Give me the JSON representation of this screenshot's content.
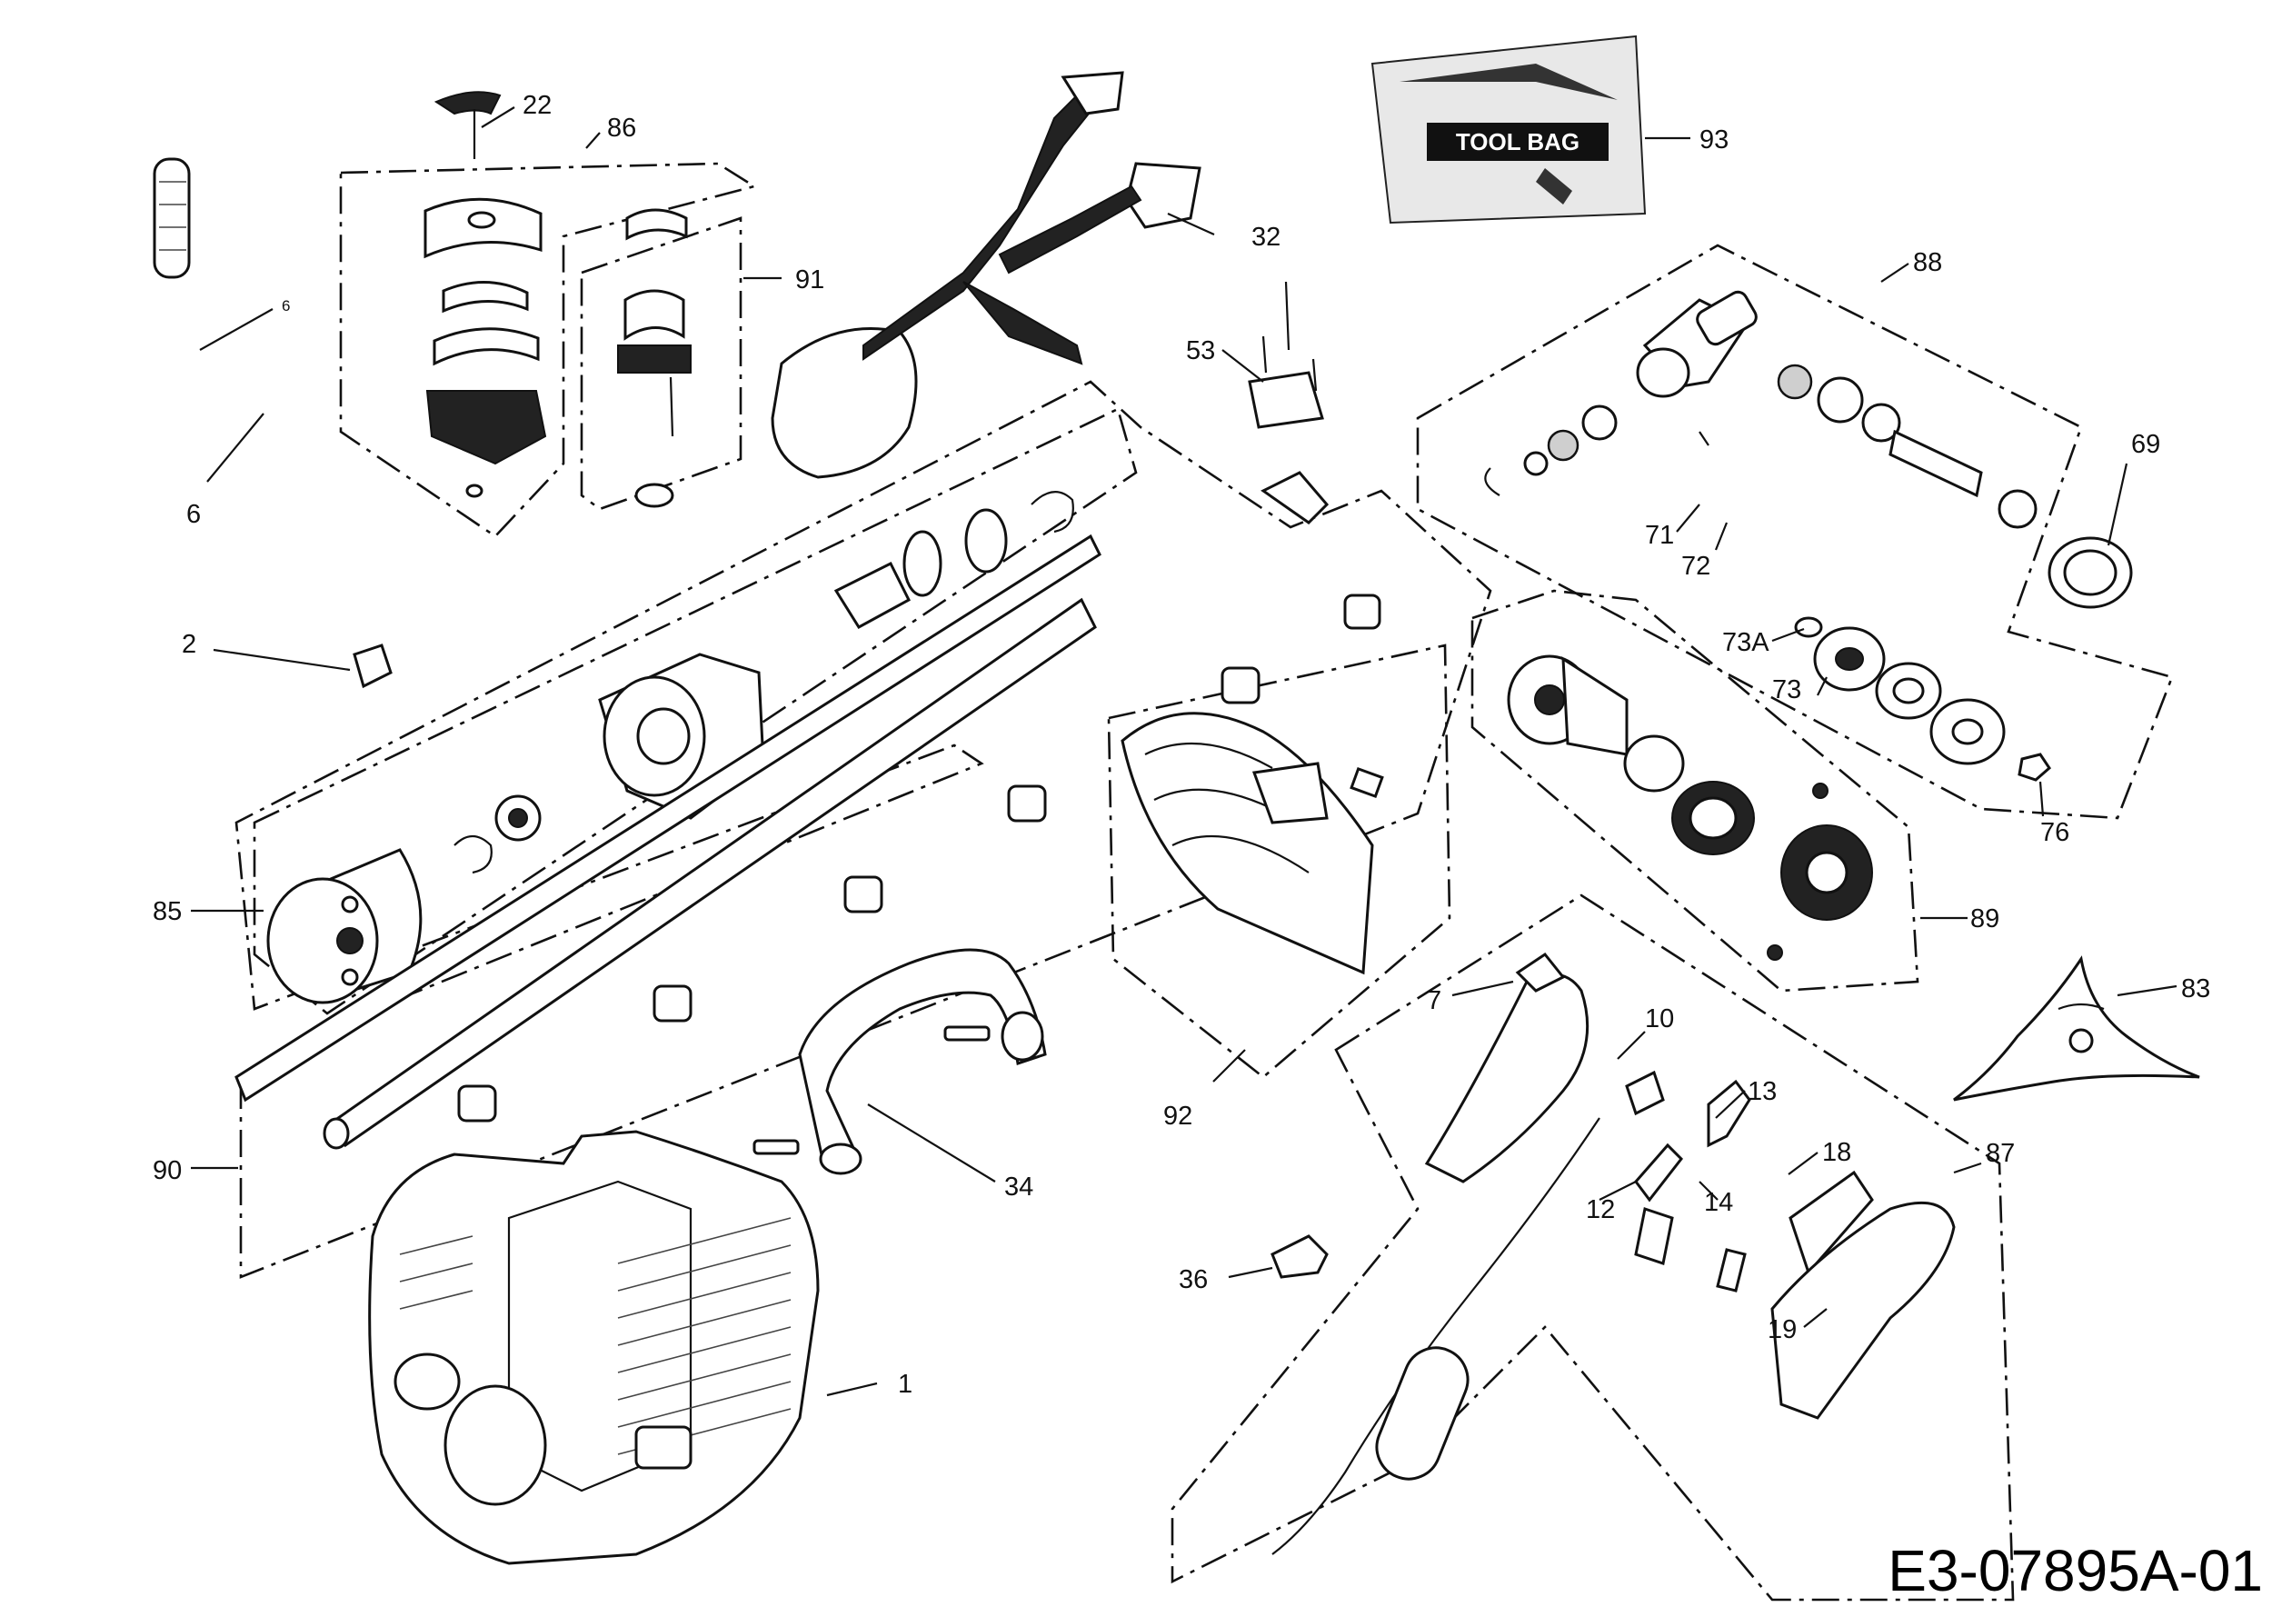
{
  "diagram": {
    "drawing_code": "E3-07895A-01",
    "bag_text": "TOOL BAG",
    "callouts": [
      {
        "id": "c22",
        "label": "22"
      },
      {
        "id": "c86",
        "label": "86"
      },
      {
        "id": "c6a",
        "label": "6"
      },
      {
        "id": "c6b",
        "label": "6"
      },
      {
        "id": "c91",
        "label": "91"
      },
      {
        "id": "c32",
        "label": "32"
      },
      {
        "id": "c93",
        "label": "93"
      },
      {
        "id": "c88",
        "label": "88"
      },
      {
        "id": "c53",
        "label": "53"
      },
      {
        "id": "c69",
        "label": "69"
      },
      {
        "id": "c71",
        "label": "71"
      },
      {
        "id": "c72",
        "label": "72"
      },
      {
        "id": "c73a",
        "label": "73A"
      },
      {
        "id": "c73",
        "label": "73"
      },
      {
        "id": "c76",
        "label": "76"
      },
      {
        "id": "c2",
        "label": "2"
      },
      {
        "id": "c85",
        "label": "85"
      },
      {
        "id": "c89",
        "label": "89"
      },
      {
        "id": "c83",
        "label": "83"
      },
      {
        "id": "c7",
        "label": "7"
      },
      {
        "id": "c10",
        "label": "10"
      },
      {
        "id": "c13",
        "label": "13"
      },
      {
        "id": "c18",
        "label": "18"
      },
      {
        "id": "c87",
        "label": "87"
      },
      {
        "id": "c12",
        "label": "12"
      },
      {
        "id": "c14",
        "label": "14"
      },
      {
        "id": "c92",
        "label": "92"
      },
      {
        "id": "c90",
        "label": "90"
      },
      {
        "id": "c34",
        "label": "34"
      },
      {
        "id": "c36",
        "label": "36"
      },
      {
        "id": "c19",
        "label": "19"
      },
      {
        "id": "c1",
        "label": "1"
      }
    ]
  }
}
